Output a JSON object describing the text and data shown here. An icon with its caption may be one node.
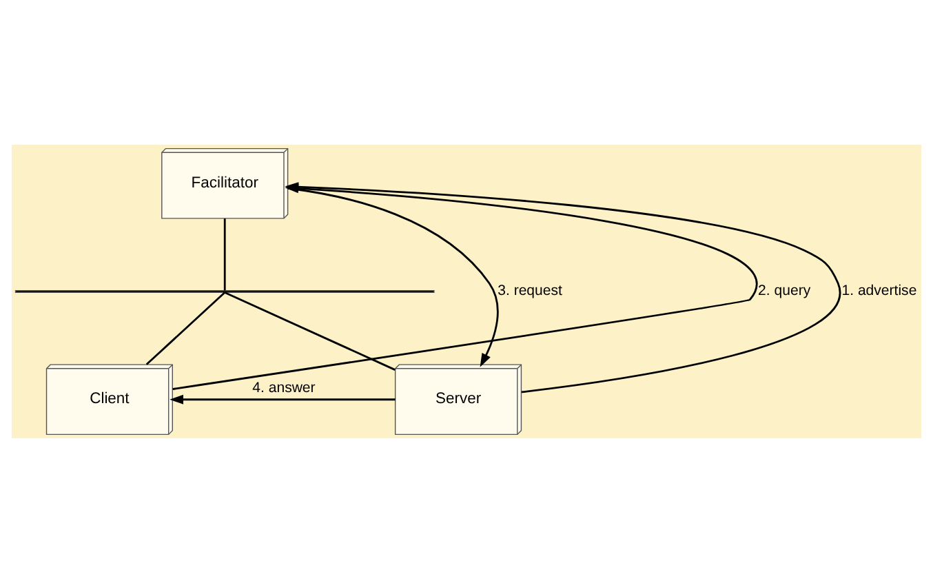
{
  "diagram": {
    "nodes": [
      {
        "text": [
          "Facilitator"
        ]
      },
      {
        "text": [],
        "shape": "bar"
      },
      {
        "text": [
          "Client"
        ]
      },
      {
        "text": [
          "Server"
        ]
      }
    ],
    "edges": [
      {
        "from": 0,
        "to": 1,
        "arrow": "none"
      },
      {
        "from": 2,
        "to": 1,
        "arrow": "none"
      },
      {
        "from": 3,
        "to": 1,
        "arrow": "none"
      },
      {
        "from": 3,
        "to": 0,
        "arrow": "to",
        "label": "1. advertise"
      },
      {
        "from": 2,
        "to": 0,
        "arrow": "to",
        "label": "2. query"
      },
      {
        "from": 0,
        "to": 3,
        "arrow": "to",
        "label": "3. request"
      },
      {
        "from": 3,
        "to": 2,
        "arrow": "to",
        "label": "4. answer"
      }
    ]
  }
}
